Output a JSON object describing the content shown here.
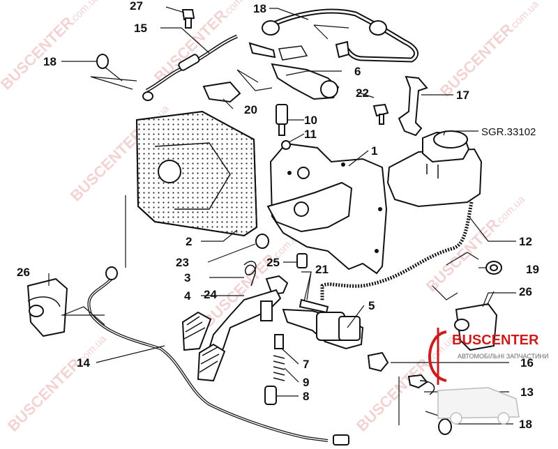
{
  "diagram": {
    "reference_code": "SGR.33102",
    "part_numbers": [
      "1",
      "2",
      "3",
      "4",
      "5",
      "6",
      "7",
      "8",
      "9",
      "10",
      "11",
      "12",
      "13",
      "14",
      "15",
      "16",
      "17",
      "18",
      "19",
      "20",
      "21",
      "22",
      "23",
      "24",
      "25",
      "26",
      "27"
    ],
    "duplicate_labels": {
      "18": 3,
      "26": 2
    }
  },
  "watermark": {
    "brand": "BUSCENTER",
    "domain": ".com.ua"
  },
  "logo": {
    "name": "BUSCENTER",
    "tagline": "АВТОМОБІЛЬНІ ЗАПЧАСТИНИ"
  }
}
